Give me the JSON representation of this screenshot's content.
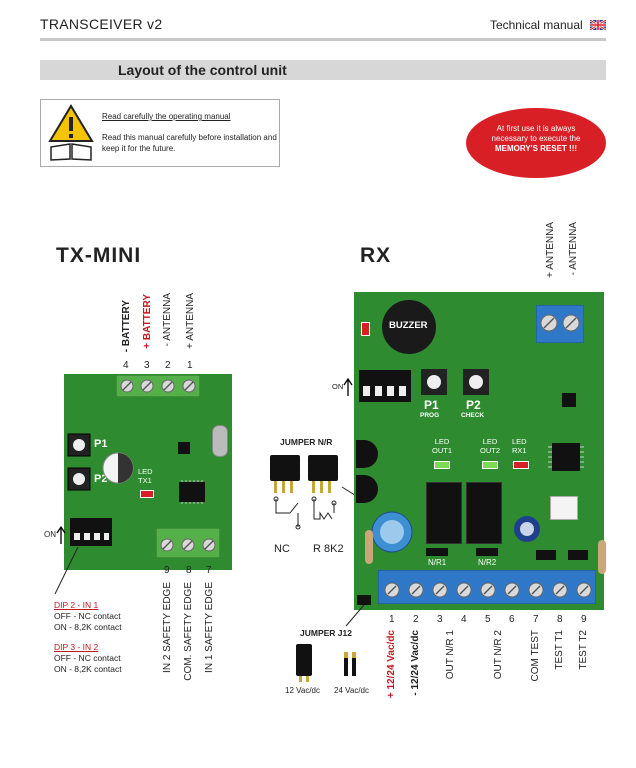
{
  "header": {
    "title": "TRANSCEIVER v2",
    "manual": "Technical manual"
  },
  "section": {
    "title": "Layout of the control unit"
  },
  "warning": {
    "title": "Read carefully the operating manual",
    "text": "Read this manual carefully before installation and keep it for the future."
  },
  "notice": {
    "line1": "At first use it is always",
    "line2": "necessary to execute the",
    "line3": "MEMORY'S RESET !!!"
  },
  "tx": {
    "title": "TX-MINI",
    "top_numbers": [
      "4",
      "3",
      "2",
      "1"
    ],
    "top_labels": [
      "- BATTERY",
      "+ BATTERY",
      "- ANTENNA",
      "+ ANTENNA"
    ],
    "p1": "P1",
    "p2": "P2",
    "led": "LED\nTX1",
    "on": "ON",
    "bottom_numbers": [
      "9",
      "8",
      "7"
    ],
    "bottom_labels": [
      "IN 2 SAFETY EDGE",
      "COM. SAFETY EDGE",
      "IN 1 SAFETY EDGE"
    ],
    "dip2_title": "DIP 2 - IN 1",
    "dip2_off": "OFF - NC contact",
    "dip2_on": "ON - 8,2K contact",
    "dip3_title": "DIP 3 - IN 2",
    "dip3_off": "OFF - NC contact",
    "dip3_on": "ON - 8,2K contact"
  },
  "jumper_nr": {
    "title": "JUMPER N/R",
    "nc": "NC",
    "r8k2": "R 8K2"
  },
  "jumper_j12": {
    "title": "JUMPER J12",
    "v12": "12 Vac/dc",
    "v24": "24 Vac/dc"
  },
  "rx": {
    "title": "RX",
    "antenna_labels": [
      "+ ANTENNA",
      "- ANTENNA"
    ],
    "buzzer": "BUZZER",
    "on": "ON",
    "p1": "P1",
    "p1_sub": "PROG",
    "p2": "P2",
    "p2_sub": "CHECK",
    "led_out1": "LED\nOUT1",
    "led_out2": "LED\nOUT2",
    "led_rx1": "LED\nRX1",
    "nr1": "N/R1",
    "nr2": "N/R2",
    "bottom_numbers": [
      "1",
      "2",
      "3",
      "4",
      "5",
      "6",
      "7",
      "8",
      "9"
    ],
    "bottom_labels": [
      "+ 12/24 Vac/dc",
      "- 12/24 Vac/dc",
      "OUT N/R 1",
      "OUT N/R 2",
      "COM TEST",
      "TEST T1",
      "TEST T2"
    ]
  },
  "colors": {
    "board": "#2e8b2f",
    "terminal_green": "#56b04a",
    "terminal_blue": "#2f78c7",
    "accent_red": "#d91f26"
  }
}
